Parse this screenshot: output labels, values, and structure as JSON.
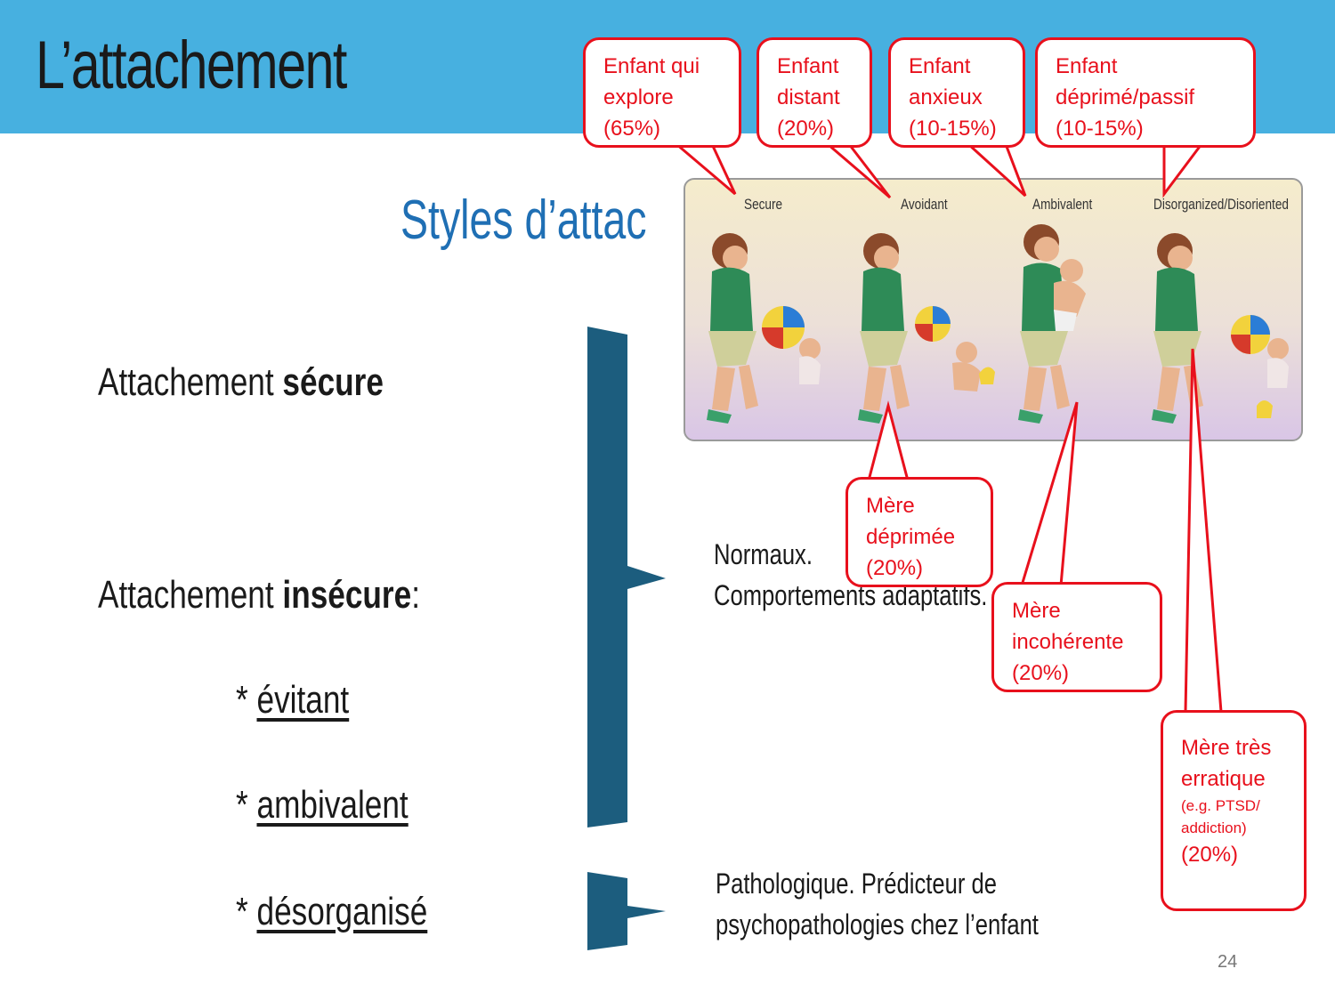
{
  "slide": {
    "title": "L’attachement",
    "subtitle": "Styles d’attac",
    "page_number": "24"
  },
  "attachment": {
    "secure_prefix": "Attachement ",
    "secure_bold": "sécure",
    "insecure_prefix": "Attachement ",
    "insecure_bold": "insécure",
    "insecure_suffix": ":",
    "bullet": "* ",
    "items": [
      "évitant",
      "ambivalent",
      "désorganisé"
    ]
  },
  "descriptions": {
    "normal_line1": "Normaux.",
    "normal_line2": "Comportements adaptatifs.",
    "patho_line1": "Pathologique. Prédicteur de",
    "patho_line2": "psychopathologies chez l’enfant"
  },
  "image_labels": [
    "Secure",
    "Avoidant",
    "Ambivalent",
    "Disorganized/Disoriented"
  ],
  "callouts_top": [
    {
      "lines": [
        "Enfant qui",
        "explore",
        "(65%)"
      ]
    },
    {
      "lines": [
        "Enfant",
        "distant",
        "(20%)"
      ]
    },
    {
      "lines": [
        "Enfant",
        "anxieux",
        "(10-15%)"
      ]
    },
    {
      "lines": [
        "Enfant",
        "déprimé/passif",
        "(10-15%)"
      ]
    }
  ],
  "callouts_bottom": [
    {
      "lines": [
        "Mère",
        "déprimée",
        "(20%)"
      ]
    },
    {
      "lines": [
        "Mère",
        "incohérente",
        "(20%)"
      ]
    },
    {
      "lines": [
        "Mère très",
        "erratique"
      ],
      "small": [
        "(e.g. PTSD/",
        "addiction)"
      ],
      "tail": "(20%)"
    }
  ],
  "colors": {
    "header": "#47b0e0",
    "brace": "#1c5d7e",
    "callout": "#e8101c",
    "subtitle": "#1f6fb4"
  }
}
